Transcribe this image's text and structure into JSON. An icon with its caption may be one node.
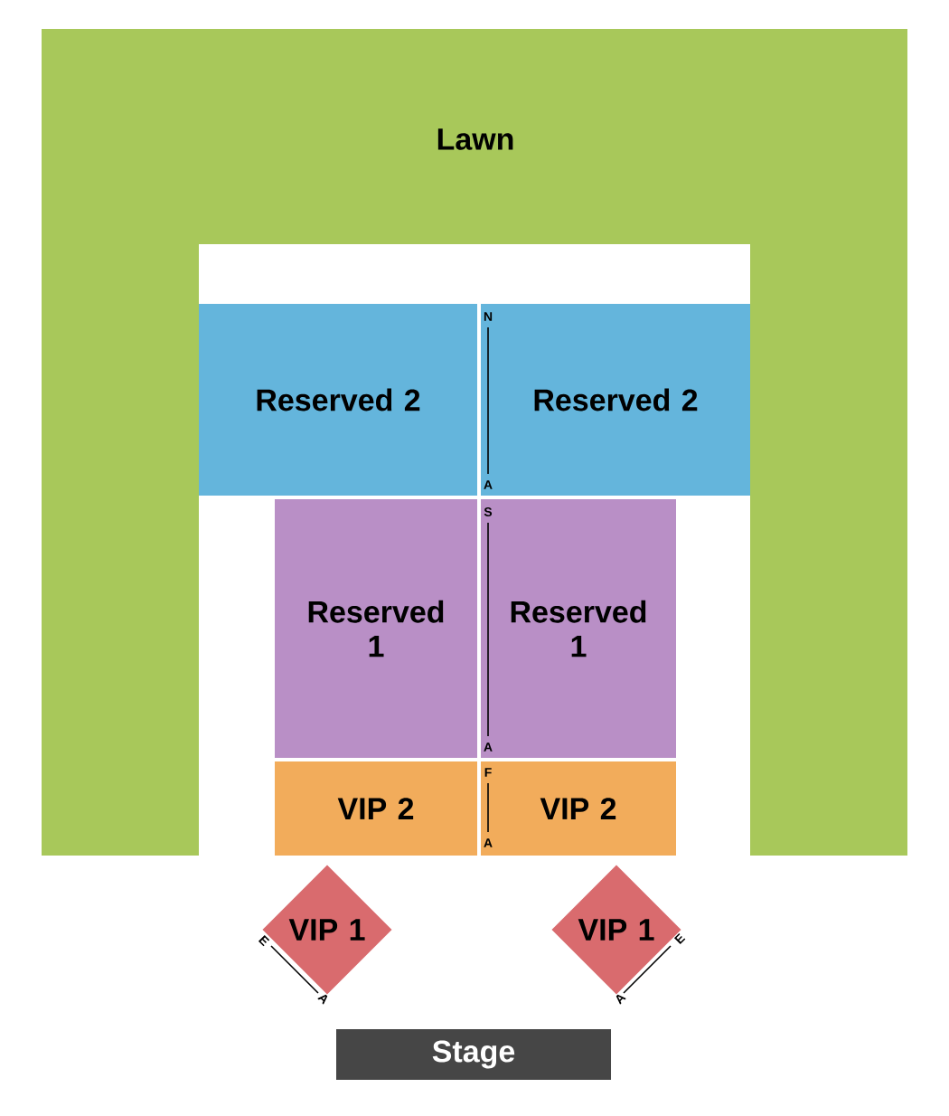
{
  "diagram": {
    "nodes": [
      {
        "text": [
          "Lawn"
        ]
      },
      {
        "text": [
          "Reserved 2"
        ]
      },
      {
        "text": [
          "Reserved 2"
        ]
      },
      {
        "text": [
          "Reserved 1"
        ]
      },
      {
        "text": [
          "Reserved 1"
        ]
      },
      {
        "text": [
          "VIP 2"
        ]
      },
      {
        "text": [
          "VIP 2"
        ]
      },
      {
        "text": [
          "VIP 1"
        ]
      },
      {
        "text": [
          "VIP 1"
        ]
      },
      {
        "text": [
          "Stage"
        ]
      }
    ],
    "labels": [
      "N",
      "A",
      "S",
      "A",
      "F",
      "A",
      "E",
      "A",
      "E",
      "A"
    ]
  }
}
